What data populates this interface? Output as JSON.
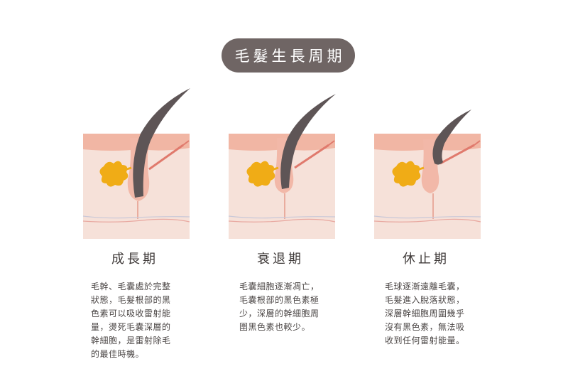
{
  "title": "毛髮生長周期",
  "stages": [
    {
      "name": "成長期",
      "description": "毛幹、毛囊處於完整狀態，毛髮根部的黑色素可以吸收雷射能量，燙死毛囊深層的幹細胞，是雷射除毛的最佳時機。"
    },
    {
      "name": "衰退期",
      "description": "毛囊細胞逐漸凋亡，毛囊根部的黑色素極少，深層的幹細胞周圍黑色素也較少。"
    },
    {
      "name": "休止期",
      "description": "毛球逐漸遠離毛囊，毛髮進入脫落狀態，深層幹細胞周圍幾乎沒有黑色素，無法吸收到任何雷射能量。"
    }
  ],
  "colors": {
    "title_bg": "#6f6564",
    "skin_top": "#f1b6a4",
    "skin_body": "#f6e1d9",
    "follicle": "#f2b8a8",
    "hair": "#5e5556",
    "gland": "#f0ac16",
    "nerve": "#e59a8b"
  }
}
